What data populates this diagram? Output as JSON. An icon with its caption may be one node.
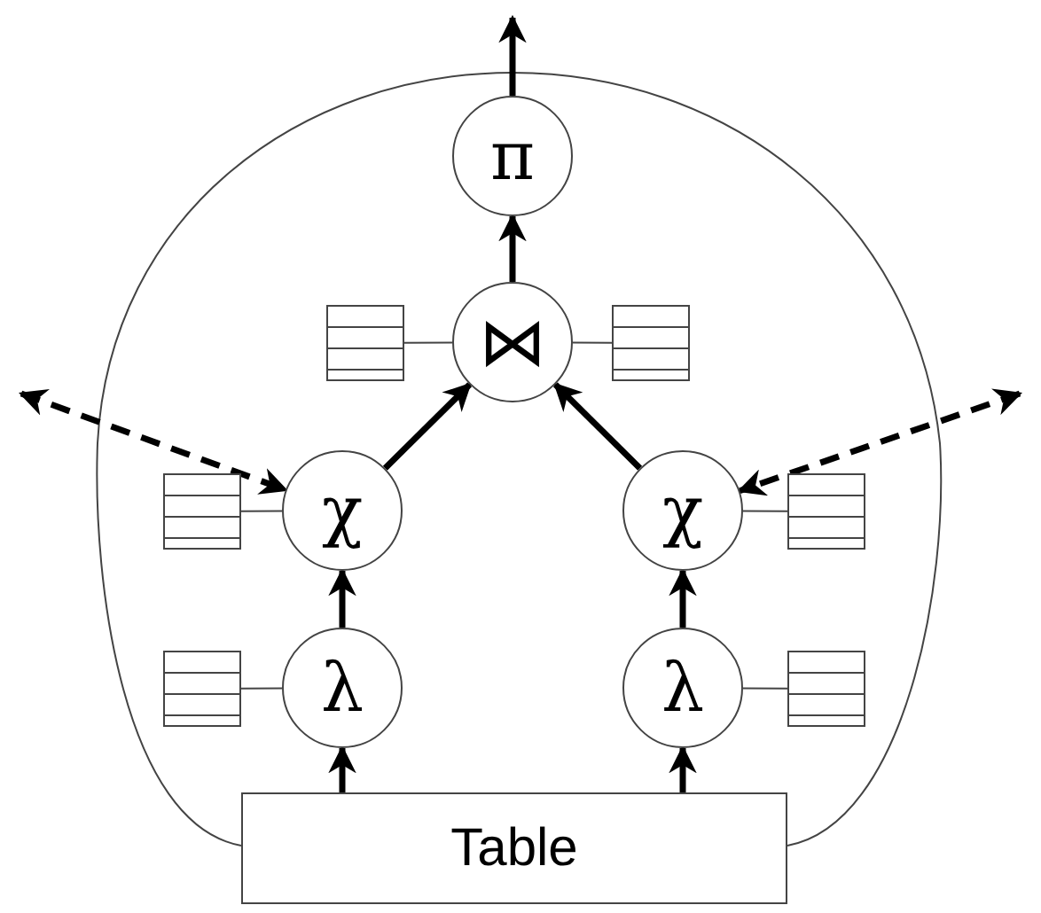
{
  "diagram": {
    "nodes": [
      {
        "text": [
          "π"
        ]
      },
      {
        "text": [],
        "shape": "box"
      },
      {
        "text": [
          "⋈"
        ]
      },
      {
        "text": [],
        "shape": "box"
      },
      {
        "text": [],
        "shape": "box"
      },
      {
        "text": [
          "χ"
        ]
      },
      {
        "text": [
          "χ"
        ]
      },
      {
        "text": [],
        "shape": "box"
      },
      {
        "text": [],
        "shape": "box"
      },
      {
        "text": [
          "λ"
        ]
      },
      {
        "text": [
          "λ"
        ]
      },
      {
        "text": [],
        "shape": "box"
      },
      {
        "text": [
          "Table"
        ]
      }
    ],
    "edges": [
      {
        "from": 2,
        "to": 0,
        "arrow": "to"
      },
      {
        "from": 0,
        "to": null,
        "arrow": "to"
      },
      {
        "from": 5,
        "to": 2,
        "arrow": "to"
      },
      {
        "from": 6,
        "to": 2,
        "arrow": "to"
      },
      {
        "from": 9,
        "to": 5,
        "arrow": "to"
      },
      {
        "from": 10,
        "to": 6,
        "arrow": "to"
      },
      {
        "from": 12,
        "to": 9,
        "arrow": "to"
      },
      {
        "from": 12,
        "to": 10,
        "arrow": "to"
      },
      {
        "from": null,
        "to": 5,
        "arrow": "both",
        "style": "dashed"
      },
      {
        "from": null,
        "to": 6,
        "arrow": "both",
        "style": "dashed"
      },
      {
        "from": 1,
        "to": 2,
        "arrow": "none"
      },
      {
        "from": 2,
        "to": 3,
        "arrow": "none"
      },
      {
        "from": 4,
        "to": 5,
        "arrow": "none"
      },
      {
        "from": 6,
        "to": 7,
        "arrow": "none"
      },
      {
        "from": 8,
        "to": 9,
        "arrow": "none"
      },
      {
        "from": 10,
        "to": 11,
        "arrow": "none"
      }
    ]
  }
}
